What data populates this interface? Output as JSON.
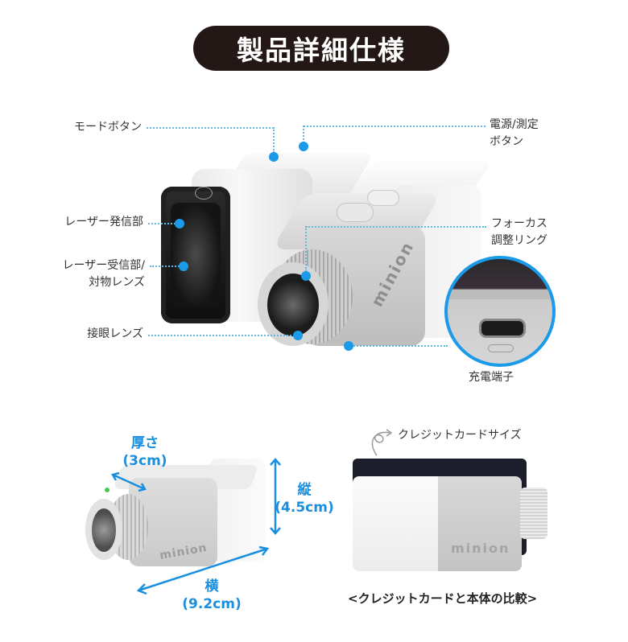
{
  "title": "製品詳細仕様",
  "labels": {
    "mode_button": "モードボタン",
    "power_measure_button_line1": "電源/測定",
    "power_measure_button_line2": "ボタン",
    "laser_emitter": "レーザー発信部",
    "laser_receiver_line1": "レーザー受信部/",
    "laser_receiver_line2": "対物レンズ",
    "focus_ring_line1": "フォーカス",
    "focus_ring_line2": "調整リング",
    "eyepiece": "接眼レンズ",
    "charging_port": "充電端子"
  },
  "dimensions": {
    "thickness_label": "厚さ",
    "thickness_value": "(3cm)",
    "height_label": "縦",
    "height_value": "(4.5cm)",
    "width_label": "横",
    "width_value": "(9.2cm)"
  },
  "comparison": {
    "card_label": "クレジットカードサイズ",
    "caption": "<クレジットカードと本体の比較>",
    "brand": "minion"
  },
  "brand": "minion",
  "colors": {
    "accent": "#1a9ae8",
    "title_bg": "#231815",
    "title_text": "#ffffff"
  }
}
